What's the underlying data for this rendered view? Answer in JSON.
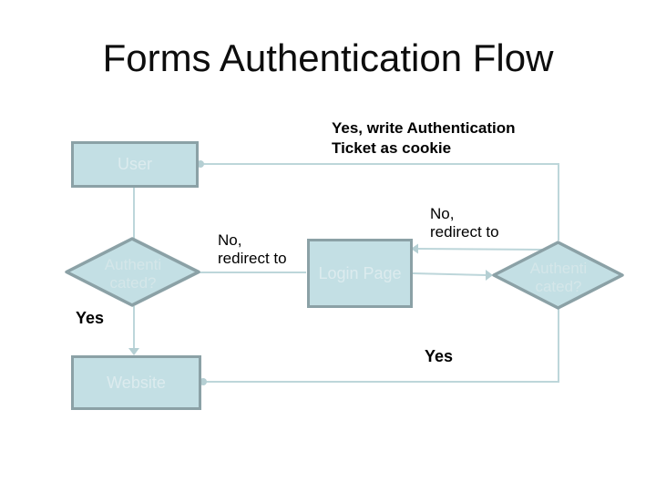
{
  "slide": {
    "title": "Forms Authentication Flow"
  },
  "nodes": {
    "user": "User",
    "login_page": "Login Page",
    "website": "Website",
    "auth_check_left": "Authenti\ncated?",
    "auth_check_right": "Authenti\ncated?"
  },
  "labels": {
    "yes_write_ticket": "Yes, write Authentication\nTicket as cookie",
    "no_redirect_left": "No,\nredirect to",
    "no_redirect_right": "No,\nredirect to",
    "yes_left": "Yes",
    "yes_right": "Yes"
  },
  "colors": {
    "background": "#ffffff",
    "title_text": "#0d0d0d",
    "node_fill": "#c3dfe4",
    "node_border": "#8ba1a6",
    "node_text": "#dcebee",
    "connector": "#bdd6da",
    "connector_marker": "#b5cfd3",
    "label_text": "#000000"
  }
}
